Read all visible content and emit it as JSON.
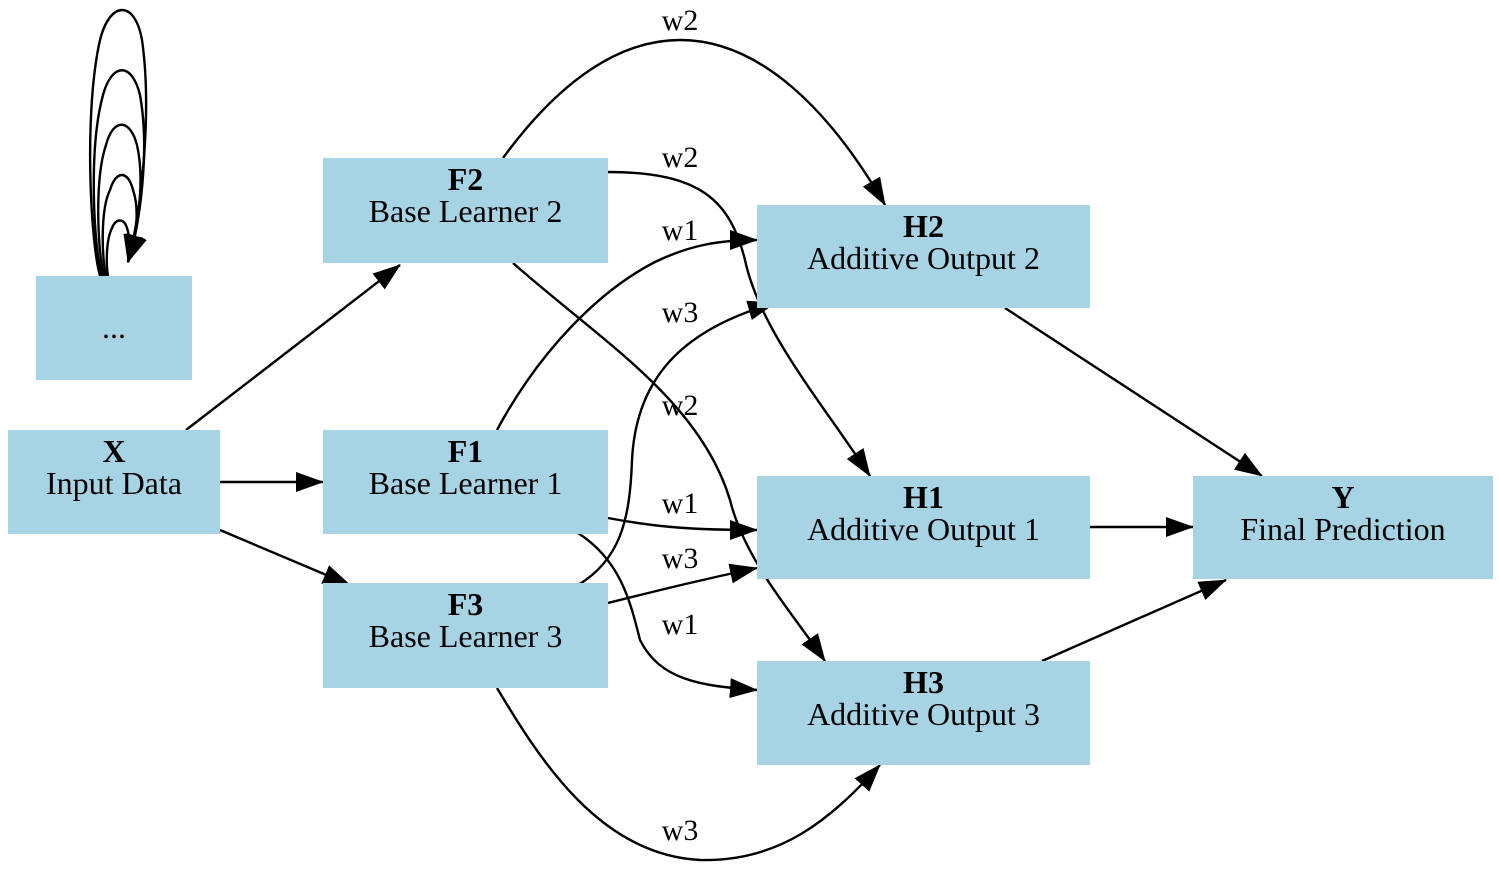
{
  "diagram": {
    "nodes": [
      {
        "key": "dots",
        "id": "",
        "label": "..."
      },
      {
        "key": "X",
        "id": "X",
        "label": "Input Data"
      },
      {
        "key": "F2",
        "id": "F2",
        "label": "Base Learner 2"
      },
      {
        "key": "F1",
        "id": "F1",
        "label": "Base Learner 1"
      },
      {
        "key": "F3",
        "id": "F3",
        "label": "Base Learner 3"
      },
      {
        "key": "H2",
        "id": "H2",
        "label": "Additive Output 2"
      },
      {
        "key": "H1",
        "id": "H1",
        "label": "Additive Output 1"
      },
      {
        "key": "H3",
        "id": "H3",
        "label": "Additive Output 3"
      },
      {
        "key": "Y",
        "id": "Y",
        "label": "Final Prediction"
      }
    ],
    "edges": [
      {
        "from": "dots",
        "to": "dots",
        "label": ""
      },
      {
        "from": "X",
        "to": "F2",
        "label": ""
      },
      {
        "from": "X",
        "to": "F1",
        "label": ""
      },
      {
        "from": "X",
        "to": "F3",
        "label": ""
      },
      {
        "from": "F2",
        "to": "H2",
        "label": "w2"
      },
      {
        "from": "F2",
        "to": "H1",
        "label": "w2"
      },
      {
        "from": "F2",
        "to": "H3",
        "label": "w2"
      },
      {
        "from": "F1",
        "to": "H2",
        "label": "w1"
      },
      {
        "from": "F1",
        "to": "H1",
        "label": "w1"
      },
      {
        "from": "F1",
        "to": "H3",
        "label": "w1"
      },
      {
        "from": "F3",
        "to": "H2",
        "label": "w3"
      },
      {
        "from": "F3",
        "to": "H1",
        "label": "w3"
      },
      {
        "from": "F3",
        "to": "H3",
        "label": "w3"
      },
      {
        "from": "H2",
        "to": "Y",
        "label": ""
      },
      {
        "from": "H1",
        "to": "Y",
        "label": ""
      },
      {
        "from": "H3",
        "to": "Y",
        "label": ""
      }
    ]
  },
  "colors": {
    "node_fill": "#a7d4e4",
    "edge": "#000000",
    "text": "#000000"
  }
}
